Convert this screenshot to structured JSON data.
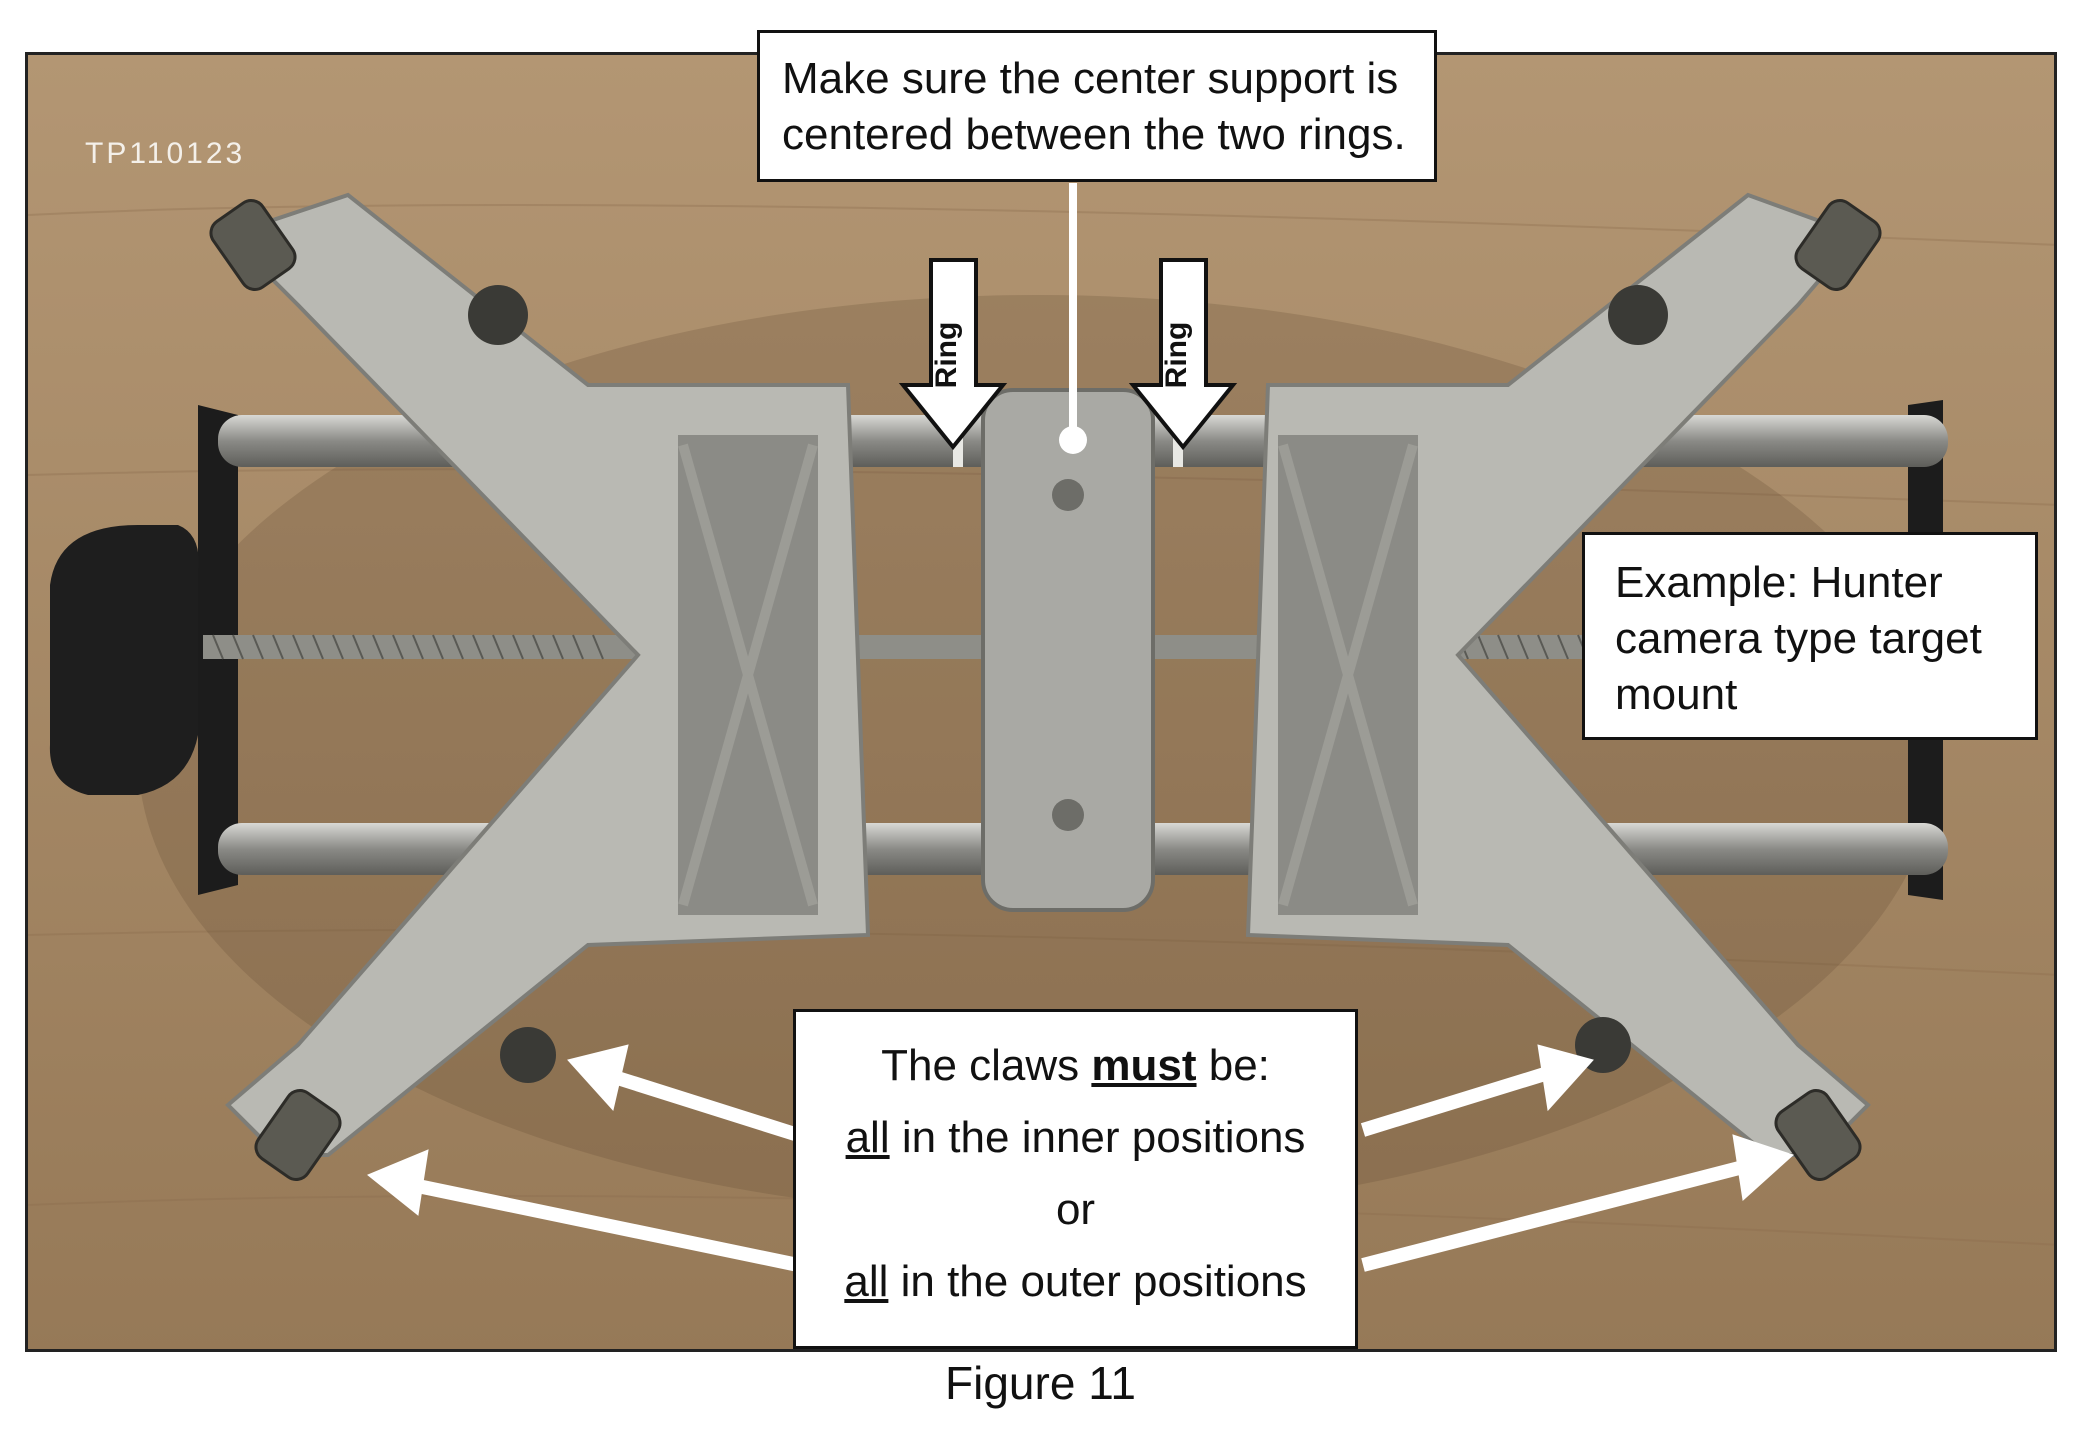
{
  "photo": {
    "tag": "TP110123",
    "ring_labels": [
      "Ring",
      "Ring"
    ]
  },
  "callouts": {
    "center_support": {
      "line1": "Make sure the center support is",
      "line2": "centered between the two rings."
    },
    "example": {
      "line1": "Example: Hunter",
      "line2": "camera type target",
      "line3": "mount"
    },
    "claws": {
      "line1_pre": "The claws ",
      "line1_bold": "must",
      "line1_post": " be:",
      "line2_u": "all",
      "line2_rest": " in the inner positions",
      "line3": "or",
      "line4_u": "all",
      "line4_rest": " in the outer positions"
    }
  },
  "caption": "Figure 11",
  "colors": {
    "wood": "#a48664",
    "metal": "#b9b9b3",
    "metal_dark": "#7d7d78",
    "rod": "#9a9a96",
    "knob": "#1e1e1e",
    "arrow": "#ffffff"
  }
}
